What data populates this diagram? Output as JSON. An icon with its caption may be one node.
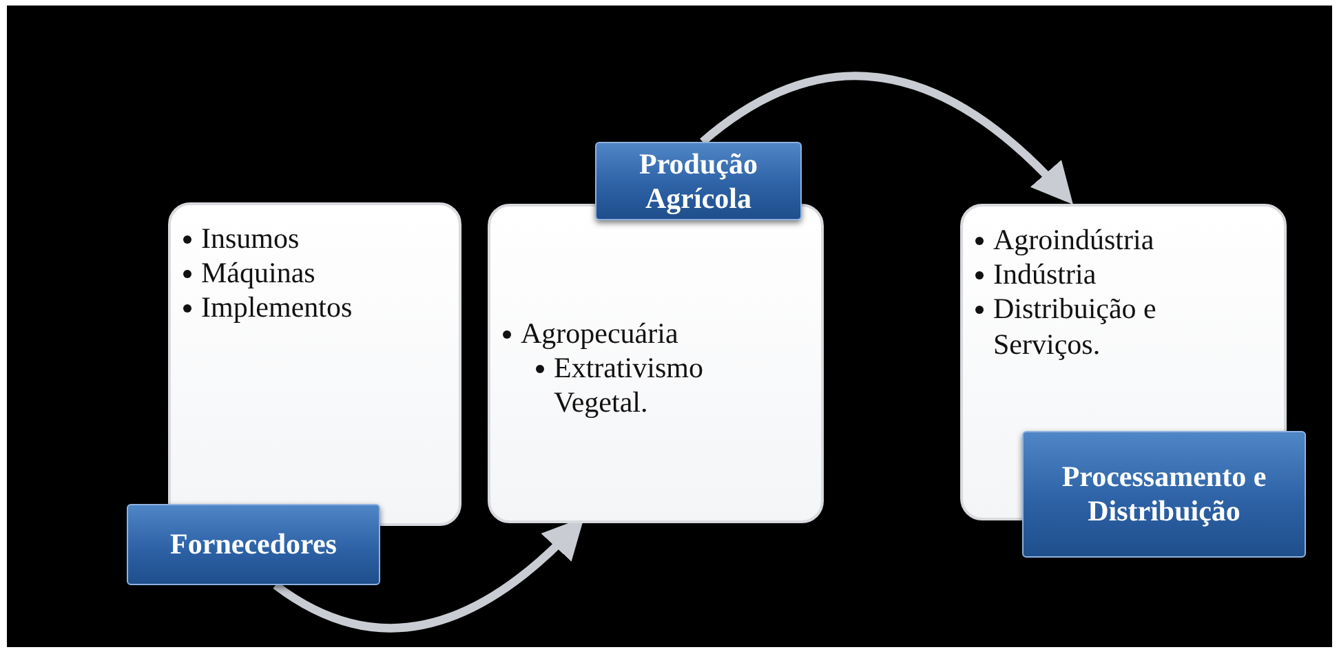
{
  "diagram": {
    "nodes": [
      {
        "text": [
          "Insumos",
          "Máquinas",
          "Implementos"
        ]
      },
      {
        "text": [
          "Fornecedores"
        ]
      },
      {
        "text": [
          "Agropecuária",
          "Extrativismo Vegetal."
        ]
      },
      {
        "text": [
          "Produção Agrícola"
        ]
      },
      {
        "text": [
          "Agroindústria",
          "Indústria",
          "Distribuição e Serviços."
        ]
      },
      {
        "text": [
          "Processamento e Distribuição"
        ]
      }
    ],
    "edges": [
      {
        "from": 1,
        "to": 2,
        "arrow": "to"
      },
      {
        "from": 3,
        "to": 4,
        "arrow": "to"
      }
    ]
  }
}
